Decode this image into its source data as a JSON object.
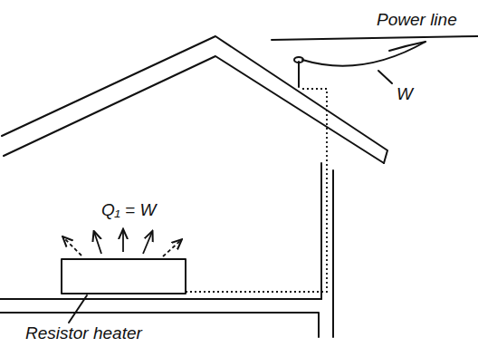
{
  "diagram": {
    "labels": [
      "Power line",
      "W",
      "Q₁ = W",
      "Resistor heater"
    ]
  }
}
